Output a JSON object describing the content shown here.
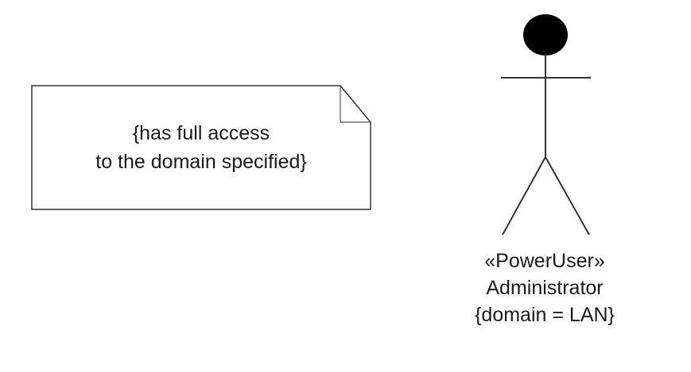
{
  "note": {
    "lines": [
      "{has full access",
      "to the domain specified}"
    ]
  },
  "actor": {
    "stereotype": "«PowerUser»",
    "name": "Administrator",
    "constraint": "{domain = LAN}"
  },
  "colors": {
    "stroke": "#333333",
    "head_fill": "#000000",
    "background": "#ffffff"
  }
}
